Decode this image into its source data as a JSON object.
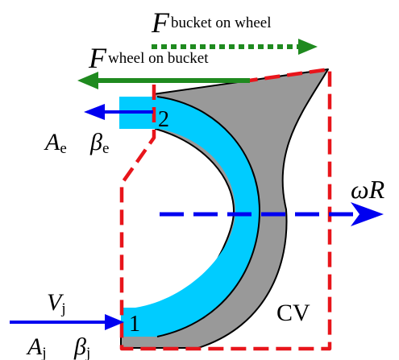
{
  "colors": {
    "water": "#00CCFF",
    "bucket": "#999999",
    "control_volume": "#E8151B",
    "velocity_arrows": "#0000F0",
    "force_wheel_on_bucket": "#1F8A1F",
    "force_bucket_on_wheel": "#1F8A1F",
    "outline": "#000000"
  },
  "labels": {
    "force_bucket_on_wheel": {
      "symbol": "F",
      "subscript": "bucket on wheel"
    },
    "force_wheel_on_bucket": {
      "symbol": "F",
      "subscript": "wheel on bucket"
    },
    "exit_area": {
      "symbol": "A",
      "subscript": "e"
    },
    "exit_angle": {
      "symbol": "β",
      "subscript": "e"
    },
    "jet_velocity": {
      "symbol": "V",
      "subscript": "j"
    },
    "jet_area": {
      "symbol": "A",
      "subscript": "j"
    },
    "jet_angle": {
      "symbol": "β",
      "subscript": "j"
    },
    "station_inlet": "1",
    "station_exit": "2",
    "control_volume": "CV",
    "wheel_speed": "ωR"
  }
}
